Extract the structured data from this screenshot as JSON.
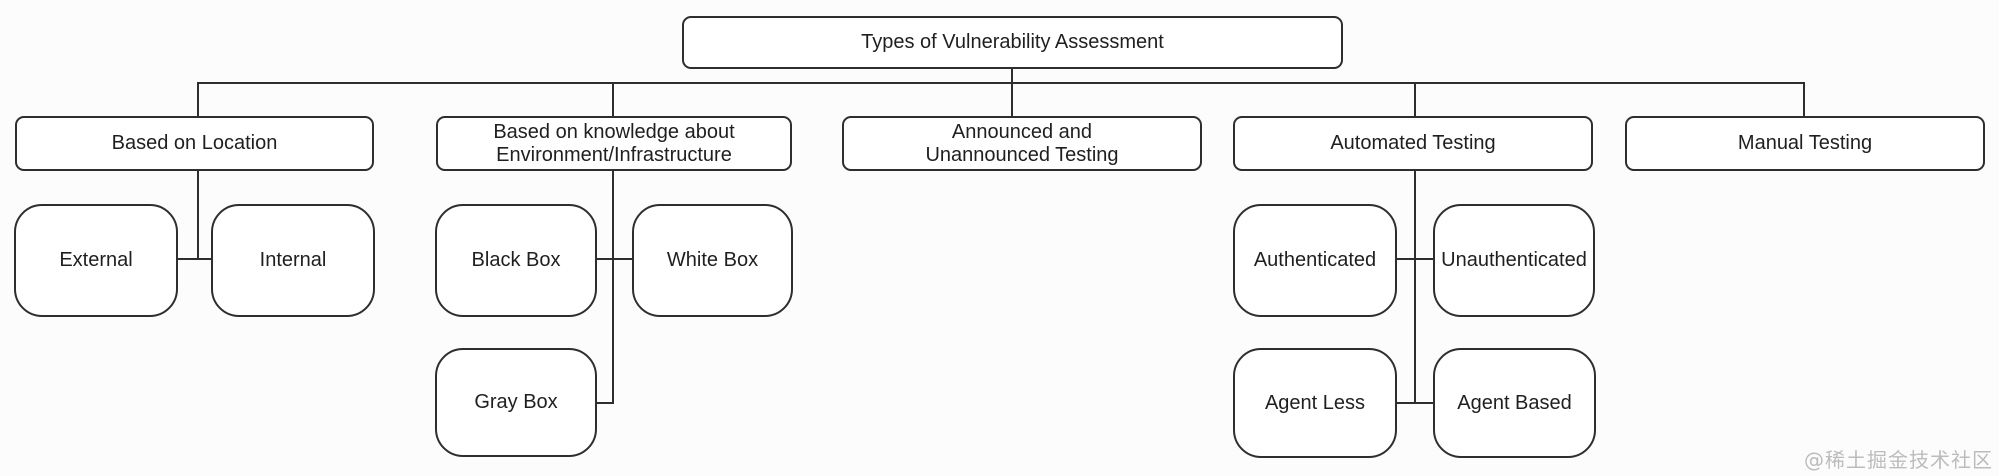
{
  "diagram": {
    "title": "Types of Vulnerability Assessment",
    "branches": [
      {
        "label": "Based on Location",
        "children": [
          "External",
          "Internal"
        ]
      },
      {
        "label": "Based on knowledge about Environment/Infrastructure",
        "children": [
          "Black Box",
          "White Box",
          "Gray Box"
        ]
      },
      {
        "label": "Announced and Unannounced Testing",
        "children": []
      },
      {
        "label": "Automated Testing",
        "children": [
          "Authenticated",
          "Unauthenticated",
          "Agent Less",
          "Agent Based"
        ]
      },
      {
        "label": "Manual Testing",
        "children": []
      }
    ],
    "colors": {
      "node_border": "#2e2e2e",
      "node_fill": "#ffffff",
      "text": "#1f1f1f",
      "canvas_bg": "#fcfcfc",
      "watermark": "#bcbcbc"
    }
  },
  "watermark": {
    "text": "@稀土掘金技术社区"
  }
}
